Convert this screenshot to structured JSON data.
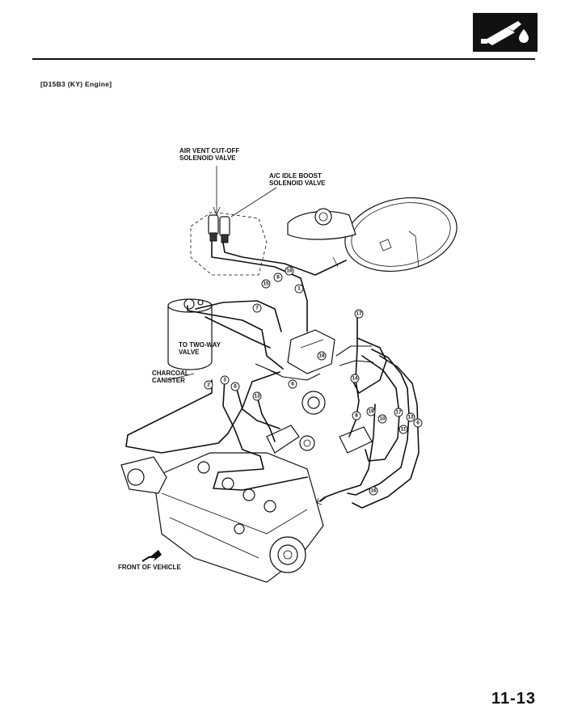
{
  "header": {
    "engine_label": "[D15B3 (KY) Engine]",
    "page_number": "11-13"
  },
  "callouts": {
    "air_vent_line1": "AIR VENT CUT-OFF",
    "air_vent_line2": "SOLENOID VALVE",
    "ac_idle_line1": "A/C IDLE BOOST",
    "ac_idle_line2": "SOLENOID VALVE",
    "two_way_line1": "TO TWO-WAY",
    "two_way_line2": "VALVE",
    "charcoal_line1": "CHARCOAL",
    "charcoal_line2": "CANISTER",
    "front_of_vehicle": "FRONT OF VEHICLE"
  },
  "hose_markers": [
    "16",
    "8",
    "15",
    "1",
    "7",
    "17",
    "18",
    "14",
    "3",
    "6",
    "13",
    "2",
    "6",
    "8",
    "10",
    "19",
    "17",
    "13",
    "6",
    "11",
    "16"
  ]
}
